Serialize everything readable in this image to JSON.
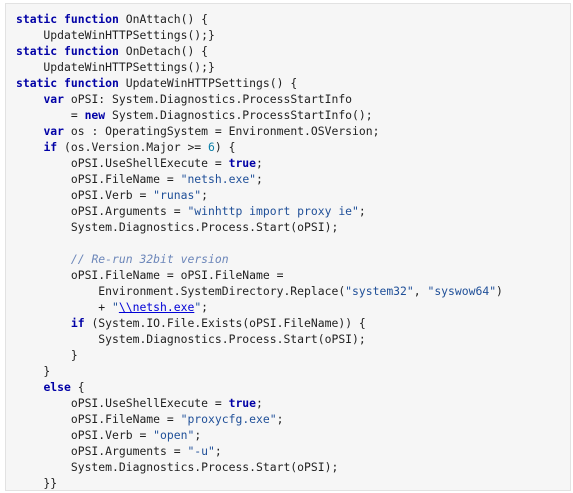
{
  "code": {
    "lines": [
      [
        {
          "t": "kw",
          "v": "static function"
        },
        {
          "t": "p",
          "v": " OnAttach() {"
        }
      ],
      [
        {
          "t": "p",
          "v": "    UpdateWinHTTPSettings();}"
        }
      ],
      [
        {
          "t": "kw",
          "v": "static function"
        },
        {
          "t": "p",
          "v": " OnDetach() {"
        }
      ],
      [
        {
          "t": "p",
          "v": "    UpdateWinHTTPSettings();}"
        }
      ],
      [
        {
          "t": "kw",
          "v": "static function"
        },
        {
          "t": "p",
          "v": " UpdateWinHTTPSettings() {"
        }
      ],
      [
        {
          "t": "p",
          "v": "    "
        },
        {
          "t": "kw",
          "v": "var"
        },
        {
          "t": "p",
          "v": " oPSI: System.Diagnostics.ProcessStartInfo"
        }
      ],
      [
        {
          "t": "p",
          "v": "        = "
        },
        {
          "t": "kw",
          "v": "new"
        },
        {
          "t": "p",
          "v": " System.Diagnostics.ProcessStartInfo();"
        }
      ],
      [
        {
          "t": "p",
          "v": "    "
        },
        {
          "t": "kw",
          "v": "var"
        },
        {
          "t": "p",
          "v": " os : OperatingSystem = Environment.OSVersion;"
        }
      ],
      [
        {
          "t": "p",
          "v": "    "
        },
        {
          "t": "kw",
          "v": "if"
        },
        {
          "t": "p",
          "v": " (os.Version.Major >= "
        },
        {
          "t": "num",
          "v": "6"
        },
        {
          "t": "p",
          "v": ") {"
        }
      ],
      [
        {
          "t": "p",
          "v": "        oPSI.UseShellExecute = "
        },
        {
          "t": "kw",
          "v": "true"
        },
        {
          "t": "p",
          "v": ";"
        }
      ],
      [
        {
          "t": "p",
          "v": "        oPSI.FileName = "
        },
        {
          "t": "str",
          "v": "\"netsh.exe\""
        },
        {
          "t": "p",
          "v": ";"
        }
      ],
      [
        {
          "t": "p",
          "v": "        oPSI.Verb = "
        },
        {
          "t": "str",
          "v": "\"runas\""
        },
        {
          "t": "p",
          "v": ";"
        }
      ],
      [
        {
          "t": "p",
          "v": "        oPSI.Arguments = "
        },
        {
          "t": "str",
          "v": "\"winhttp import proxy ie\""
        },
        {
          "t": "p",
          "v": ";"
        }
      ],
      [
        {
          "t": "p",
          "v": "        System.Diagnostics.Process.Start(oPSI);"
        }
      ],
      [
        {
          "t": "p",
          "v": ""
        }
      ],
      [
        {
          "t": "p",
          "v": "        "
        },
        {
          "t": "cmt",
          "v": "// Re-run 32bit version"
        }
      ],
      [
        {
          "t": "p",
          "v": "        oPSI.FileName = oPSI.FileName ="
        }
      ],
      [
        {
          "t": "p",
          "v": "            Environment.SystemDirectory.Replace("
        },
        {
          "t": "str",
          "v": "\"system32\""
        },
        {
          "t": "p",
          "v": ", "
        },
        {
          "t": "str",
          "v": "\"syswow64\""
        },
        {
          "t": "p",
          "v": ")"
        }
      ],
      [
        {
          "t": "p",
          "v": "            + "
        },
        {
          "t": "str",
          "v": "\""
        },
        {
          "t": "lnk",
          "v": "\\\\netsh.exe"
        },
        {
          "t": "str",
          "v": "\""
        },
        {
          "t": "p",
          "v": ";"
        }
      ],
      [
        {
          "t": "p",
          "v": "        "
        },
        {
          "t": "kw",
          "v": "if"
        },
        {
          "t": "p",
          "v": " (System.IO.File.Exists(oPSI.FileName)) {"
        }
      ],
      [
        {
          "t": "p",
          "v": "            System.Diagnostics.Process.Start(oPSI);"
        }
      ],
      [
        {
          "t": "p",
          "v": "        }"
        }
      ],
      [
        {
          "t": "p",
          "v": "    }"
        }
      ],
      [
        {
          "t": "p",
          "v": "    "
        },
        {
          "t": "kw",
          "v": "else"
        },
        {
          "t": "p",
          "v": " {"
        }
      ],
      [
        {
          "t": "p",
          "v": "        oPSI.UseShellExecute = "
        },
        {
          "t": "kw",
          "v": "true"
        },
        {
          "t": "p",
          "v": ";"
        }
      ],
      [
        {
          "t": "p",
          "v": "        oPSI.FileName = "
        },
        {
          "t": "str",
          "v": "\"proxycfg.exe\""
        },
        {
          "t": "p",
          "v": ";"
        }
      ],
      [
        {
          "t": "p",
          "v": "        oPSI.Verb = "
        },
        {
          "t": "str",
          "v": "\"open\""
        },
        {
          "t": "p",
          "v": ";"
        }
      ],
      [
        {
          "t": "p",
          "v": "        oPSI.Arguments = "
        },
        {
          "t": "str",
          "v": "\"-u\""
        },
        {
          "t": "p",
          "v": ";"
        }
      ],
      [
        {
          "t": "p",
          "v": "        System.Diagnostics.Process.Start(oPSI);"
        }
      ],
      [
        {
          "t": "p",
          "v": "    }}"
        }
      ]
    ]
  },
  "colors": {
    "keyword": "#0000a6",
    "string": "#1f4f98",
    "number": "#0b7fa8",
    "comment": "#6c86b9",
    "background": "#f6f6f6"
  }
}
